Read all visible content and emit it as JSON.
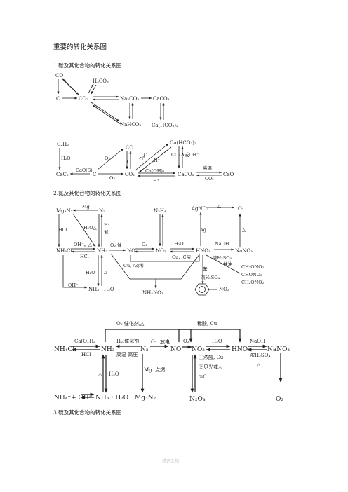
{
  "doc": {
    "title": "重要的转化关系图",
    "sec1": "1.碳及其化合物的转化关系图",
    "sec2": "2.氮及其化合物的转化关系图",
    "sec3": "3.硫及其化合物的转化关系图",
    "footer": "精选文档"
  },
  "d1": {
    "CO": "CO",
    "C": "C",
    "CO2": "CO₂",
    "H2CO3": "H₂CO₃",
    "Na2CO3": "Na₂CO₃",
    "CaCO3": "CaCO₃",
    "NaHCO3": "NaHCO₃",
    "CaHCO3": "Ca(HCO₃)₂"
  },
  "d2": {
    "C2H2": "C₂H₂",
    "H2O": "H₂O",
    "CaC2": "CaC₂",
    "CaO_s": "CaO(S)",
    "C": "C",
    "CO": "CO",
    "CO2": "CO₂",
    "O2a": "O₂",
    "O2b": "O₂",
    "C_s": "C",
    "CaO_lbl": "CaO",
    "CaOH": "Ca(OH)₂",
    "CaHCO3": "Ca(HCO₃)₂",
    "CO2_s": "CO₂",
    "H_plus": "H⁺",
    "H_plus2": "H⁺",
    "A_OH": "Δ或OH⁻",
    "CaCO3": "CaCO₃",
    "gaowen": "高温",
    "CO2_b": "CO₂",
    "CaO": "CaO"
  },
  "d3": {
    "Mg3N2": "Mg₃N₂",
    "Mg": "Mg",
    "N2": "N₂",
    "HCl": "HCl",
    "H2O_D": "H₂O△",
    "H2_cat": "H₂",
    "cui": "催",
    "NH4Cl": "NH₄Cl",
    "OH_D": "OH⁻，△",
    "HCl2": "HCl",
    "NH3": "NH₃",
    "O2_cat": "O₂,催",
    "NO": "NO",
    "O2": "O₂",
    "NO2": "NO₂",
    "H2O": "H₂O",
    "CuC": "Cu，C浓",
    "HNO3": "HNO₃",
    "NaOH": "NaOH",
    "NaNO3": "NaNO₃",
    "dilute": "浓H₂SO₄",
    "N2H4": "N₂H₄",
    "AgNO3": "AgNO₃",
    "arrow_D": "△",
    "O2_top": "O₂",
    "Ag": "Ag",
    "delta": "△",
    "H2O_b": "H₂O",
    "delta2": "△",
    "Cu_Ag": "Cu, Ag稀",
    "OH_minus": "OH⁻",
    "NH3_b": "NH₃",
    "H2O_c": "H₂O",
    "NH4NO3": "NH₄NO₃",
    "ben": "苯",
    "conc": "浓H₂SO₄",
    "NO2_ring": "NO₂",
    "glycerol": "甘油",
    "R1": "CH₂ONO₂",
    "R2": "CHONO₂",
    "R3": "CH₂ONO₂"
  },
  "d4": {
    "top_left": "O₂,催化剂,△",
    "top_right": "稀酸, Cu",
    "NH4Cl": "NH₄Cl",
    "CaOH": "Ca(OH)₂",
    "HCl": "HCl",
    "NH3": "NH₃",
    "H2cat": "H₂,催化剂",
    "gaowen": "高温 高压",
    "N2": "N₂",
    "O2_fd": "O₂ ,放电",
    "NO": "NO",
    "NO2": "NO₂",
    "HNO3": "HNO₃",
    "NaNO3": "NaNO₃",
    "O2": "O₂",
    "H2O": "H₂O",
    "NaOH": "NaOH",
    "H2SO4": "浓H₂SO₄",
    "delta_r": "△",
    "opt1": "①浓酸, Cu",
    "opt2": "②见光或△",
    "opt3": "③C",
    "delta_l": "△",
    "H2O_l": "H₂O",
    "Mg_ign": "Mg ,点燃",
    "ionic": "NH₄⁺+ OH⁻",
    "NH3H2O": "NH₃・H₂O",
    "Mg3N2": "Mg₃N₂",
    "N2O4": "N₂O₄",
    "O2_b": "O₂"
  }
}
